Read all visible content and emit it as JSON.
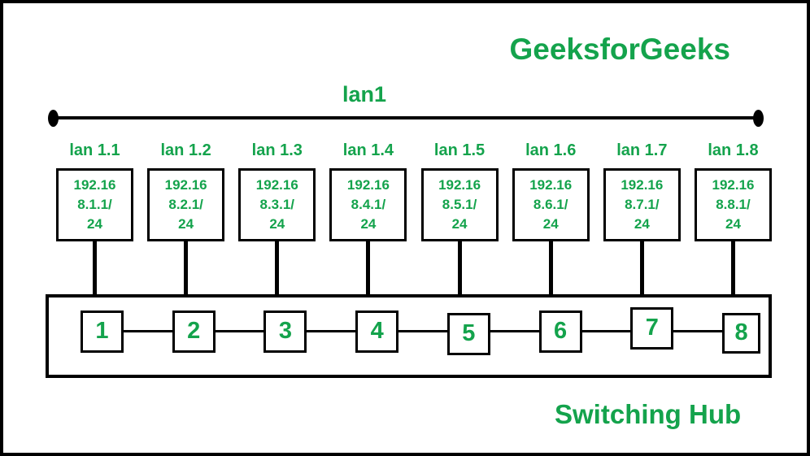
{
  "brand": "GeeksforGeeks",
  "bus": {
    "label": "lan1"
  },
  "devices": [
    {
      "lan": "lan 1.1",
      "ip": [
        "192.16",
        "8.1.1/",
        "24"
      ]
    },
    {
      "lan": "lan 1.2",
      "ip": [
        "192.16",
        "8.2.1/",
        "24"
      ]
    },
    {
      "lan": "lan 1.3",
      "ip": [
        "192.16",
        "8.3.1/",
        "24"
      ]
    },
    {
      "lan": "lan 1.4",
      "ip": [
        "192.16",
        "8.4.1/",
        "24"
      ]
    },
    {
      "lan": "lan 1.5",
      "ip": [
        "192.16",
        "8.5.1/",
        "24"
      ]
    },
    {
      "lan": "lan 1.6",
      "ip": [
        "192.16",
        "8.6.1/",
        "24"
      ]
    },
    {
      "lan": "lan 1.7",
      "ip": [
        "192.16",
        "8.7.1/",
        "24"
      ]
    },
    {
      "lan": "lan 1.8",
      "ip": [
        "192.16",
        "8.8.1/",
        "24"
      ]
    }
  ],
  "hub": {
    "label": "Switching Hub",
    "ports": [
      "1",
      "2",
      "3",
      "4",
      "5",
      "6",
      "7",
      "8"
    ]
  },
  "colors": {
    "accent_green": "#14A34C",
    "line_black": "#000000"
  }
}
